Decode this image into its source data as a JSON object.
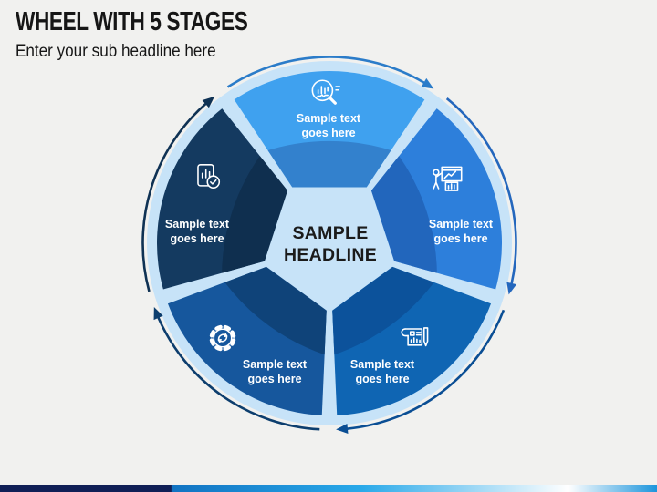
{
  "slide": {
    "title": "WHEEL WITH 5 STAGES",
    "subtitle": "Enter your sub headline here",
    "background_color": "#F1F1EF",
    "text_color": "#161616"
  },
  "wheel": {
    "light_color": "#C7E3F8",
    "center_headline_lines": [
      "SAMPLE",
      "HEADLINE"
    ],
    "center_text_color": "#1B1B1B",
    "label_text_color": "#FFFFFF",
    "sectors": [
      {
        "id": "top",
        "stage": 1,
        "angle": -90,
        "color": "#3FA1EF",
        "inner_color": "#3381CD",
        "arc_color": "#2B7CC9",
        "icon": "magnifier-analytics-icon",
        "label_lines": [
          "Sample text",
          "goes here"
        ]
      },
      {
        "id": "right",
        "stage": 2,
        "angle": -18,
        "color": "#2D7FDB",
        "inner_color": "#2266BC",
        "arc_color": "#2467BD",
        "icon": "presentation-chart-icon",
        "label_lines": [
          "Sample text",
          "goes here"
        ]
      },
      {
        "id": "bottom-right",
        "stage": 3,
        "angle": 54,
        "color": "#0F65B3",
        "inner_color": "#0C529B",
        "arc_color": "#0A4E94",
        "icon": "blueprint-pencil-icon",
        "label_lines": [
          "Sample text",
          "goes here"
        ]
      },
      {
        "id": "bottom-left",
        "stage": 4,
        "angle": 126,
        "color": "#16579D",
        "inner_color": "#0F4379",
        "arc_color": "#0D3E6E",
        "icon": "gear-sync-icon",
        "label_lines": [
          "Sample text",
          "goes here"
        ]
      },
      {
        "id": "left",
        "stage": 5,
        "angle": 198,
        "color": "#143A60",
        "inner_color": "#0F2F4F",
        "arc_color": "#0F3254",
        "icon": "report-check-icon",
        "label_lines": [
          "Sample text",
          "goes here"
        ]
      }
    ]
  },
  "footer_bar": {
    "navy": "#101F56",
    "blue": "#1173C2",
    "cyan": "#29A9E9",
    "white": "#FFFFFF",
    "right_blue": "#1C95DC"
  }
}
